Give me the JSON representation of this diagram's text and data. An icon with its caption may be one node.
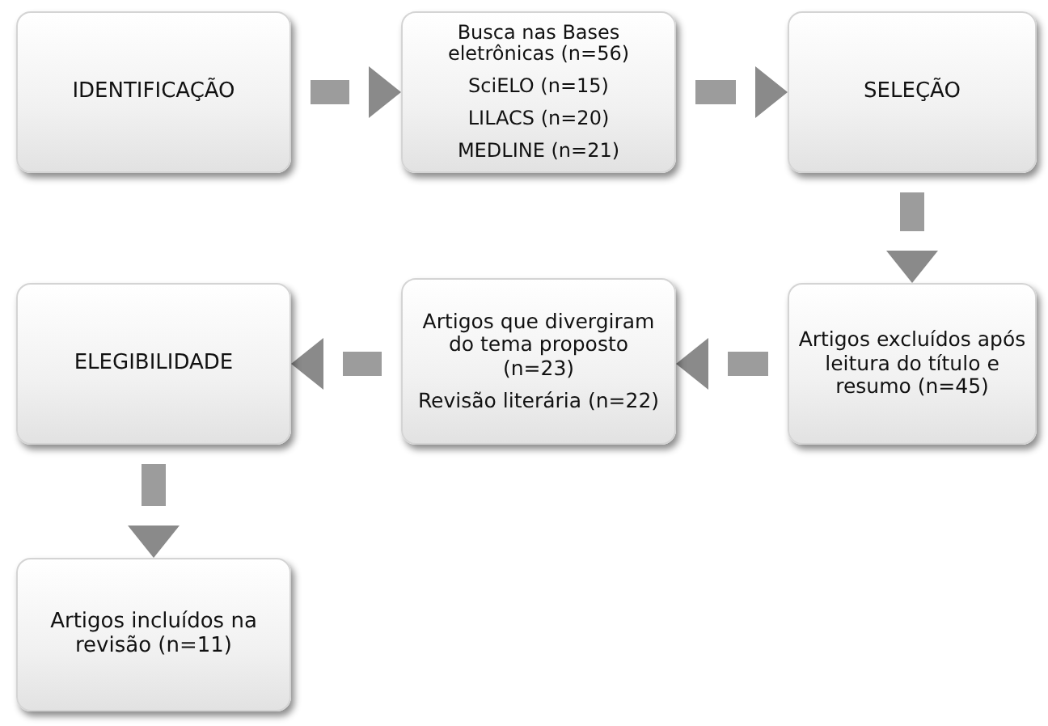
{
  "diagram": {
    "nodes": [
      {
        "text": [
          "IDENTIFICAÇÃO"
        ]
      },
      {
        "text": [
          "Busca nas Bases eletrônicas (n=56)",
          "SciELO (n=15)",
          "LILACS (n=20)",
          "MEDLINE (n=21)"
        ]
      },
      {
        "text": [
          "SELEÇÃO"
        ]
      },
      {
        "text": [
          "Artigos excluídos após leitura do título e resumo (n=45)"
        ]
      },
      {
        "text": [
          "Artigos que divergiram do tema proposto (n=23)",
          "Revisão literária (n=22)"
        ]
      },
      {
        "text": [
          "ELEGIBILIDADE"
        ]
      },
      {
        "text": [
          "Artigos incluídos na revisão (n=11)"
        ]
      }
    ],
    "edges": [
      {
        "from": 0,
        "to": 1,
        "arrow": "to"
      },
      {
        "from": 1,
        "to": 2,
        "arrow": "to"
      },
      {
        "from": 2,
        "to": 3,
        "arrow": "to"
      },
      {
        "from": 3,
        "to": 4,
        "arrow": "to"
      },
      {
        "from": 4,
        "to": 5,
        "arrow": "to"
      },
      {
        "from": 5,
        "to": 6,
        "arrow": "to"
      }
    ]
  }
}
